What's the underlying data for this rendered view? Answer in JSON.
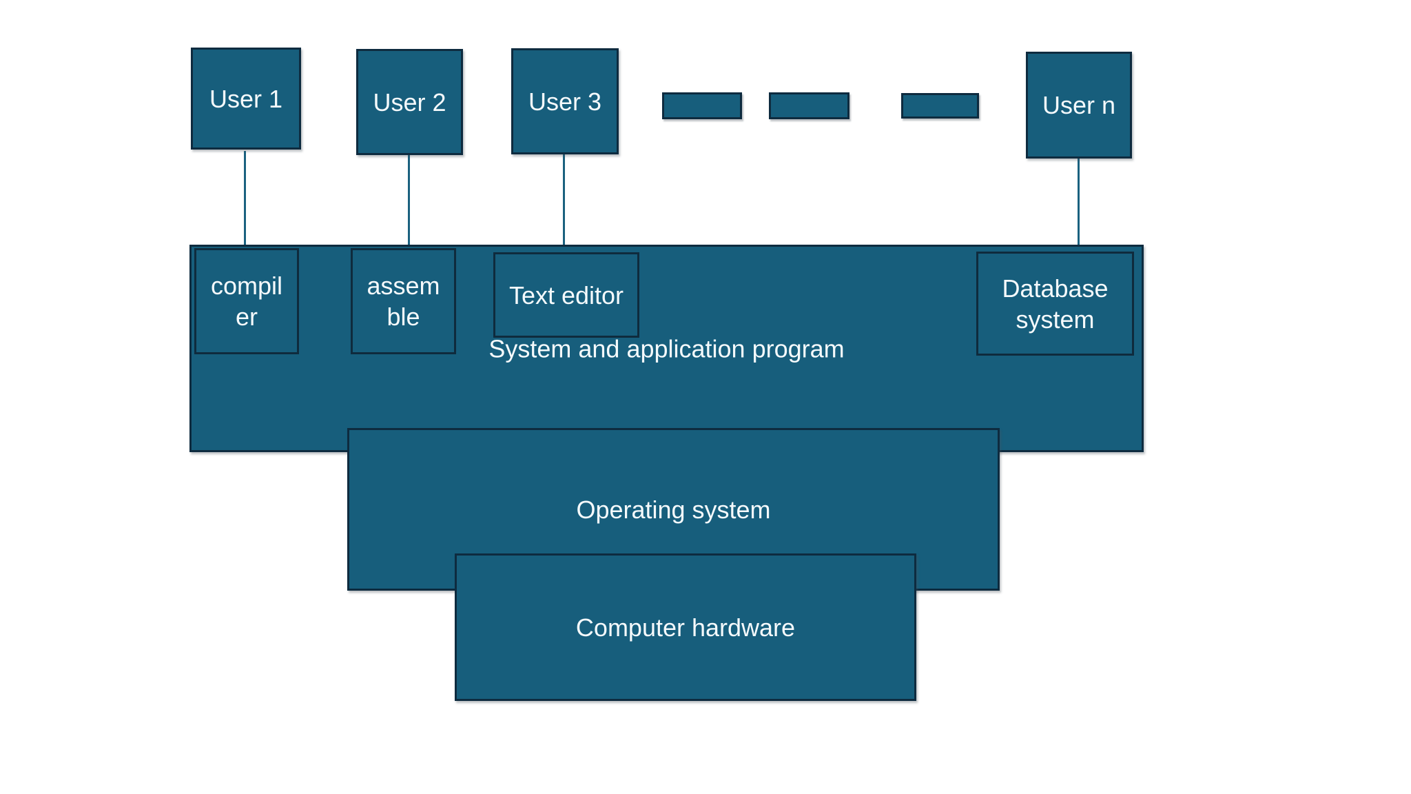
{
  "users": [
    {
      "label": "User 1"
    },
    {
      "label": "User 2"
    },
    {
      "label": "User 3"
    },
    {
      "label": "User n"
    }
  ],
  "programs": [
    {
      "label": "compiler"
    },
    {
      "label": "assemble"
    },
    {
      "label": "Text editor"
    },
    {
      "label": "Database system"
    }
  ],
  "layers": [
    {
      "label": "System and application program"
    },
    {
      "label": "Operating system"
    },
    {
      "label": "Computer hardware"
    }
  ],
  "colors": {
    "box_fill": "#175E7C",
    "box_border": "#0E2B3F",
    "connector_line": "#1A617F",
    "text": "#F5FAFC",
    "background": "#FFFFFF"
  }
}
